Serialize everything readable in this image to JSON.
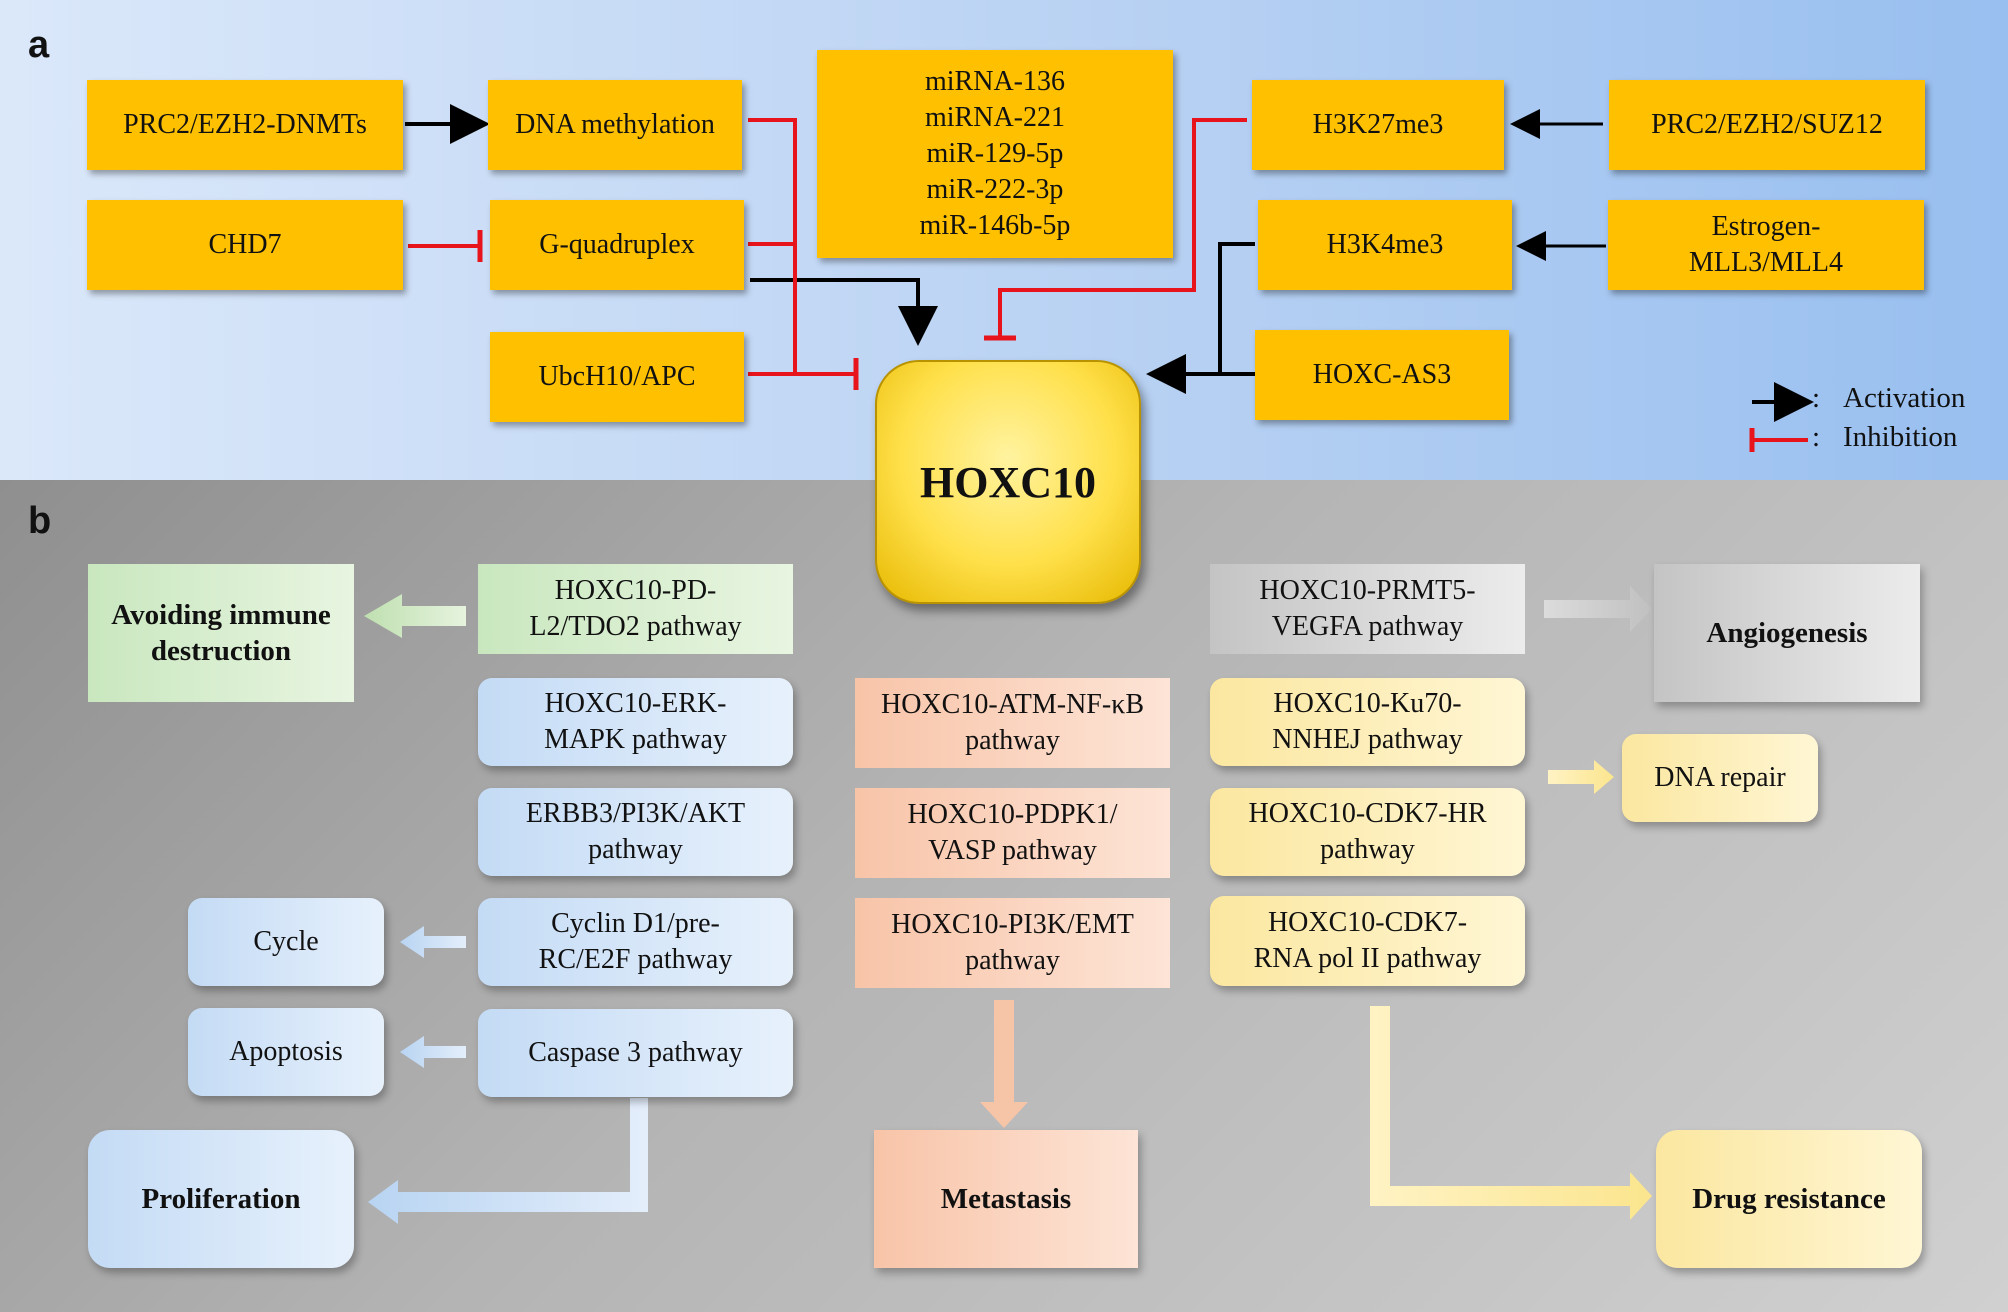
{
  "panels": {
    "a": "a",
    "b": "b"
  },
  "center": "HOXC10",
  "regulators": {
    "prc2_dnmts": "PRC2/EZH2-DNMTs",
    "dna_methylation": "DNA methylation",
    "chd7": "CHD7",
    "g_quadruplex": "G-quadruplex",
    "ubch10": "UbcH10/APC",
    "mirnas": "miRNA-136\nmiRNA-221\nmiR-129-5p\nmiR-222-3p\nmiR-146b-5p",
    "h3k27me3": "H3K27me3",
    "prc2_suz12": "PRC2/EZH2/SUZ12",
    "h3k4me3": "H3K4me3",
    "estrogen": "Estrogen-\nMLL3/MLL4",
    "hoxc_as3": "HOXC-AS3"
  },
  "legend": {
    "activation": "Activation",
    "inhibition": "Inhibition",
    "sep": ":"
  },
  "pathways": {
    "pdl2": "HOXC10-PD-\nL2/TDO2  pathway",
    "erk": "HOXC10-ERK-\nMAPK pathway",
    "erbb3": "ERBB3/PI3K/AKT\npathway",
    "cyclin": "Cyclin D1/pre-\nRC/E2F pathway",
    "caspase": "Caspase 3 pathway",
    "atm": "HOXC10-ATM-NF-κB\npathway",
    "pdpk1": "HOXC10-PDPK1/\nVASP pathway",
    "pi3k_emt": "HOXC10-PI3K/EMT\npathway",
    "prmt5": "HOXC10-PRMT5-\nVEGFA pathway",
    "ku70": "HOXC10-Ku70-\nNNHEJ pathway",
    "cdk7_hr": "HOXC10-CDK7-HR\npathway",
    "cdk7_rna": "HOXC10-CDK7-\nRNA pol II pathway"
  },
  "outcomes": {
    "immune": "Avoiding immune\ndestruction",
    "cycle": "Cycle",
    "apoptosis": "Apoptosis",
    "proliferation": "Proliferation",
    "metastasis": "Metastasis",
    "angiogenesis": "Angiogenesis",
    "dna_repair": "DNA repair",
    "drug_resistance": "Drug resistance"
  },
  "colors": {
    "orange": "#ffc000",
    "activation": "#000000",
    "inhibition": "#e8141b",
    "green": "#c9e7bf",
    "blue": "#c4dbf5",
    "pink": "#f8c4a8",
    "gray": "#c4c4c4",
    "yellow": "#fbe7a0"
  }
}
